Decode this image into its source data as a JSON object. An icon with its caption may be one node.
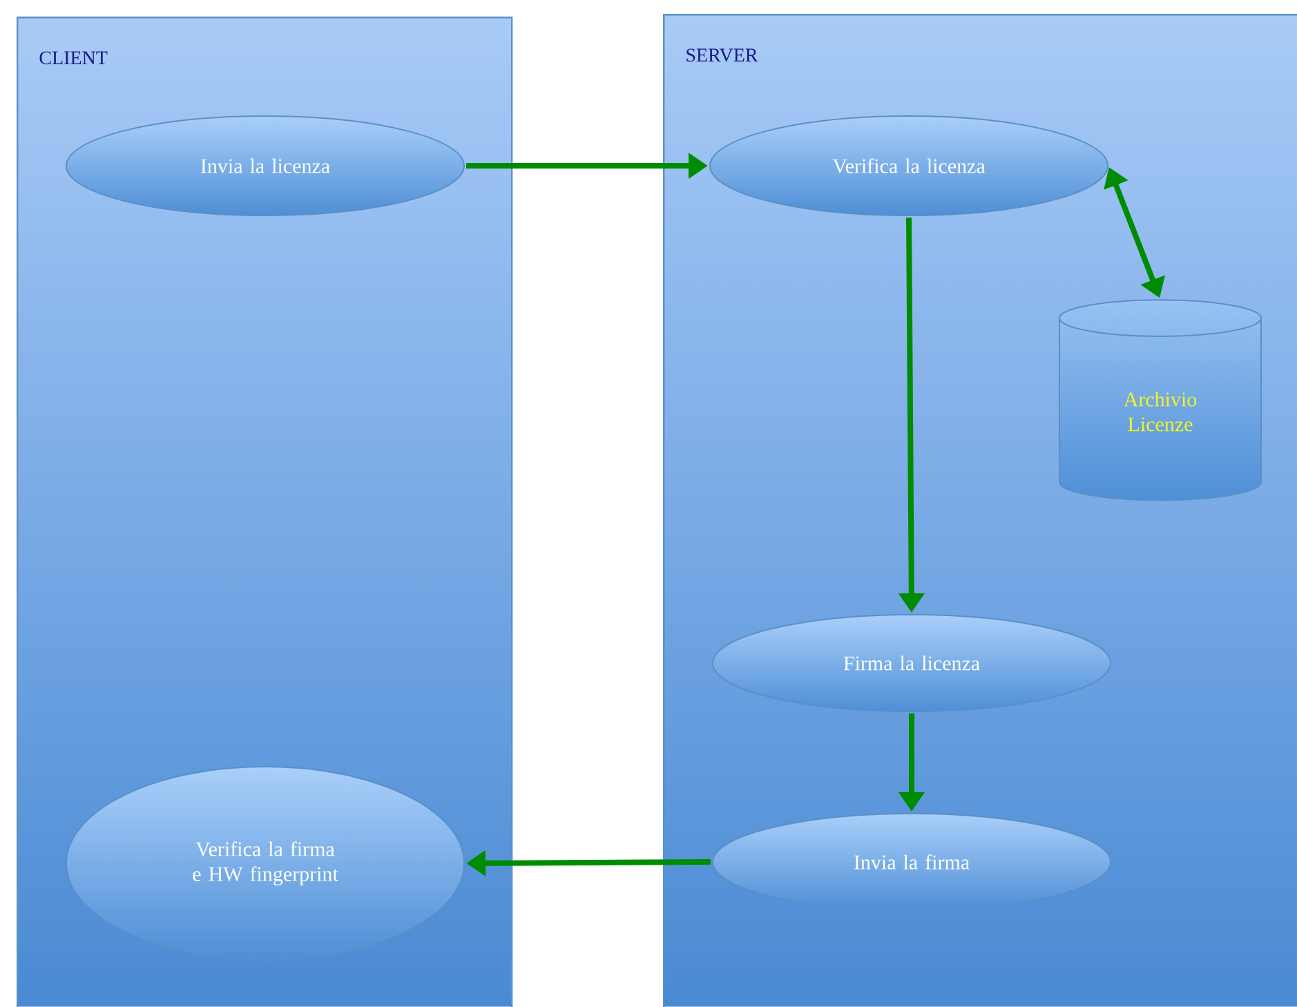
{
  "diagram": {
    "nodes": [
      {
        "text": [
          "CLIENT"
        ]
      },
      {
        "text": [
          "SERVER"
        ]
      },
      {
        "text": [
          "Invia la licenza"
        ],
        "in": 0
      },
      {
        "text": [
          "Verifica la licenza"
        ],
        "in": 1
      },
      {
        "text": [
          "Archivio Licenze"
        ],
        "in": 1
      },
      {
        "text": [
          "Firma la licenza"
        ],
        "in": 1
      },
      {
        "text": [
          "Invia la firma"
        ],
        "in": 1
      },
      {
        "text": [
          "Verifica la firma e HW fingerprint"
        ],
        "in": 0
      }
    ],
    "edges": [
      {
        "from": 2,
        "to": 3,
        "arrow": "to"
      },
      {
        "from": 3,
        "to": 4,
        "arrow": "both"
      },
      {
        "from": 3,
        "to": 5,
        "arrow": "to"
      },
      {
        "from": 5,
        "to": 6,
        "arrow": "to"
      },
      {
        "from": 6,
        "to": 7,
        "arrow": "to"
      }
    ]
  }
}
